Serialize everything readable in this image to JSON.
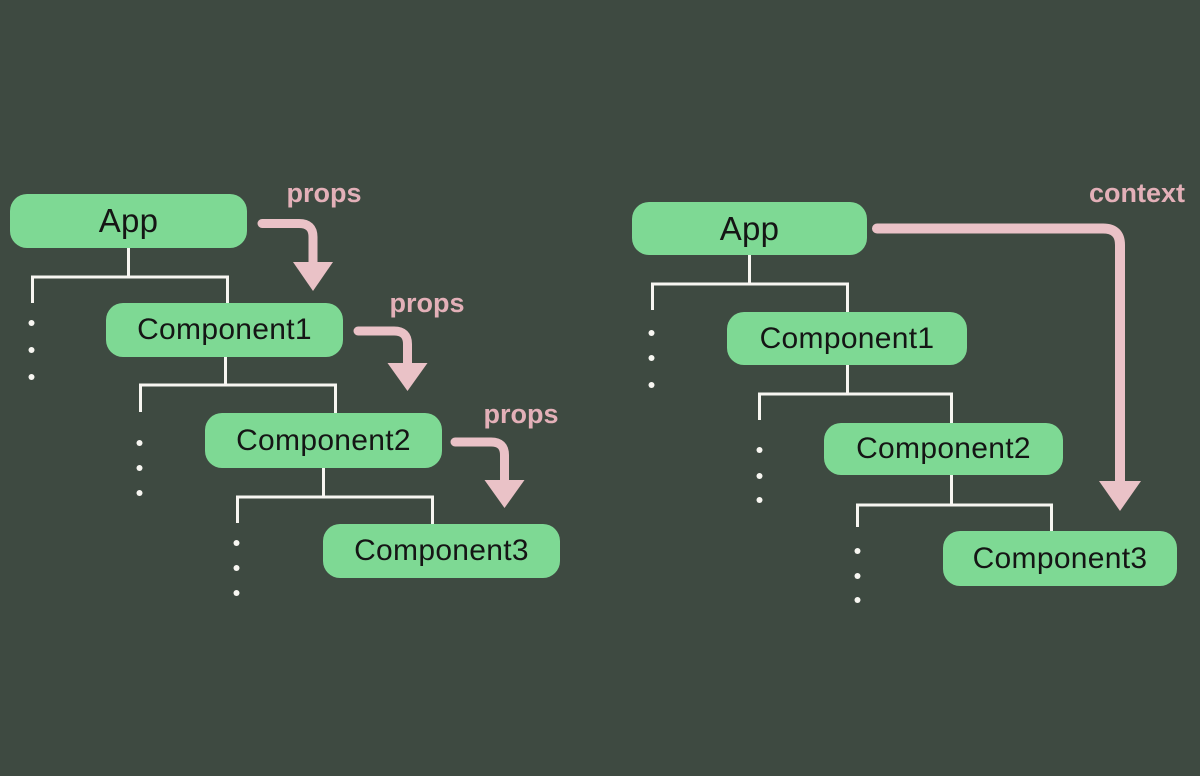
{
  "colors": {
    "background": "#3e4a41",
    "node_fill": "#7ed994",
    "node_text": "#151515",
    "connector": "#f7f6f1",
    "arrow": "#eac2c7",
    "label_text": "#e3b0b8"
  },
  "left_tree": {
    "nodes": [
      {
        "label": "App"
      },
      {
        "label": "Component1"
      },
      {
        "label": "Component2"
      },
      {
        "label": "Component3"
      }
    ],
    "arrows": [
      {
        "label": "props"
      },
      {
        "label": "props"
      },
      {
        "label": "props"
      }
    ]
  },
  "right_tree": {
    "nodes": [
      {
        "label": "App"
      },
      {
        "label": "Component1"
      },
      {
        "label": "Component2"
      },
      {
        "label": "Component3"
      }
    ],
    "arrows": [
      {
        "label": "context"
      }
    ]
  }
}
